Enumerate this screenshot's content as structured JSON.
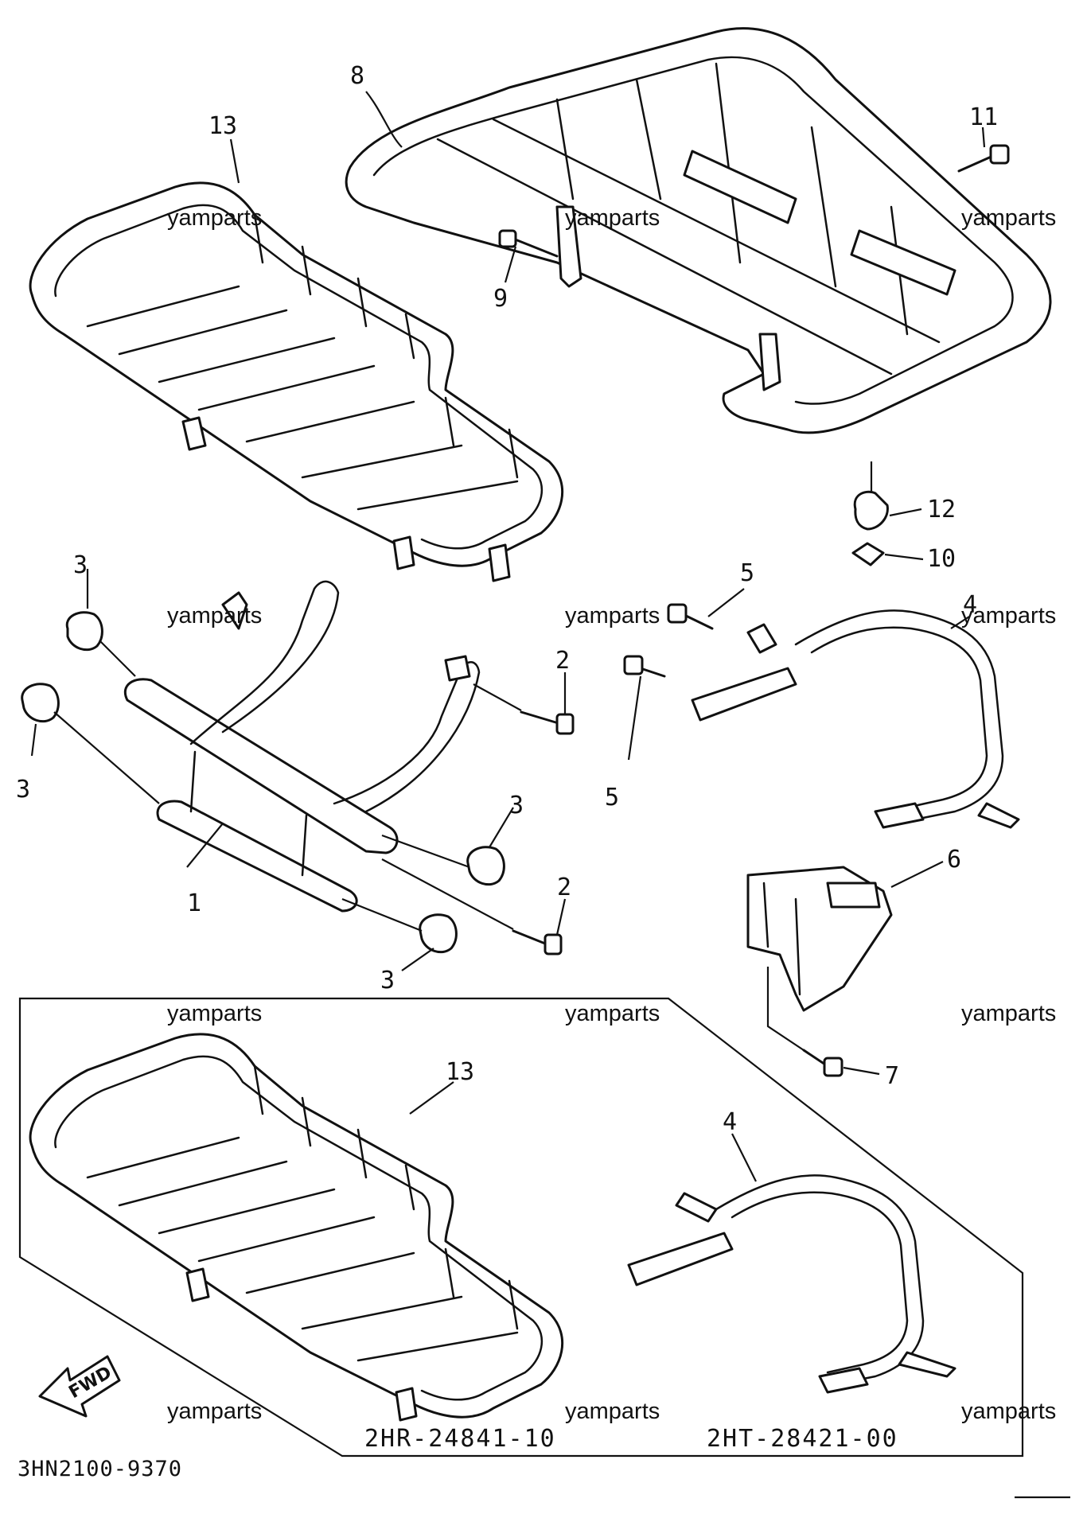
{
  "watermark": "yamparts",
  "callouts": {
    "c1": "1",
    "c2a": "2",
    "c2b": "2",
    "c3a": "3",
    "c3b": "3",
    "c3c": "3",
    "c3d": "3",
    "c4a": "4",
    "c4b": "4",
    "c5a": "5",
    "c5b": "5",
    "c6": "6",
    "c7": "7",
    "c8": "8",
    "c9": "9",
    "c10": "10",
    "c11": "11",
    "c12": "12",
    "c13a": "13",
    "c13b": "13"
  },
  "part_codes": {
    "carrier": "2HR-24841-10",
    "guard": "2HT-28421-00"
  },
  "diagram_ref": "3HN2100-9370",
  "fwd_label": "FWD"
}
